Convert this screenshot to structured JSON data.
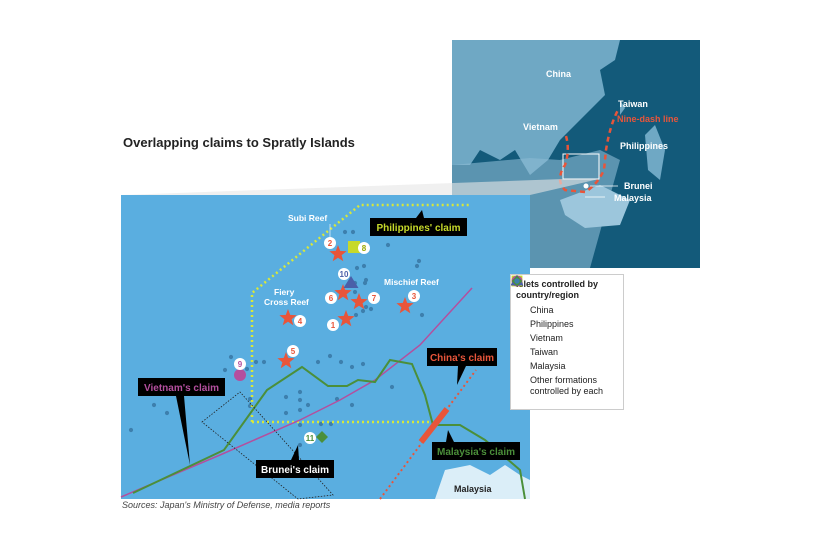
{
  "title": "Overlapping claims to Spratly Islands",
  "source": "Sources: Japan's Ministry of Defense, media reports",
  "colors": {
    "sea": "#5aaee0",
    "china": "#e8553a",
    "philippines": "#c7d92a",
    "vietnam": "#b44f9e",
    "taiwan": "#4a5fa8",
    "malaysia": "#4b8f3a",
    "formation": "#3d7fad",
    "inset_dark": "#135a7a",
    "inset_light": "#6fa8c4"
  },
  "inset": {
    "labels": {
      "china": "China",
      "taiwan": "Taiwan",
      "nine_dash": "Nine-dash line",
      "vietnam": "Vietnam",
      "philippines": "Philippines",
      "brunei": "Brunei",
      "malaysia": "Malaysia"
    }
  },
  "map": {
    "reefs": {
      "subi": "Subi Reef",
      "fiery1": "Fiery",
      "fiery2": "Cross Reef",
      "mischief": "Mischief Reef"
    },
    "claims": {
      "philippines": "Philippines' claim",
      "vietnam": "Vietnam's claim",
      "brunei": "Brunei's claim",
      "china": "China's claim",
      "malaysia": "Malaysia's claim"
    },
    "land": "Malaysia",
    "islets": [
      {
        "num": "1",
        "country": "China"
      },
      {
        "num": "2",
        "country": "China"
      },
      {
        "num": "3",
        "country": "China"
      },
      {
        "num": "4",
        "country": "China"
      },
      {
        "num": "5",
        "country": "China"
      },
      {
        "num": "6",
        "country": "China"
      },
      {
        "num": "7",
        "country": "China"
      },
      {
        "num": "8",
        "country": "Philippines"
      },
      {
        "num": "9",
        "country": "Vietnam"
      },
      {
        "num": "10",
        "country": "Taiwan"
      },
      {
        "num": "11",
        "country": "Malaysia"
      }
    ]
  },
  "legend": {
    "title": "Islets controlled by country/region",
    "items": [
      {
        "label": "China",
        "icon": "star"
      },
      {
        "label": "Philippines",
        "icon": "square"
      },
      {
        "label": "Vietnam",
        "icon": "circle"
      },
      {
        "label": "Taiwan",
        "icon": "triangle"
      },
      {
        "label": "Malaysia",
        "icon": "diamond"
      },
      {
        "label": "Other formations controlled by each",
        "icon": "dot"
      }
    ]
  }
}
